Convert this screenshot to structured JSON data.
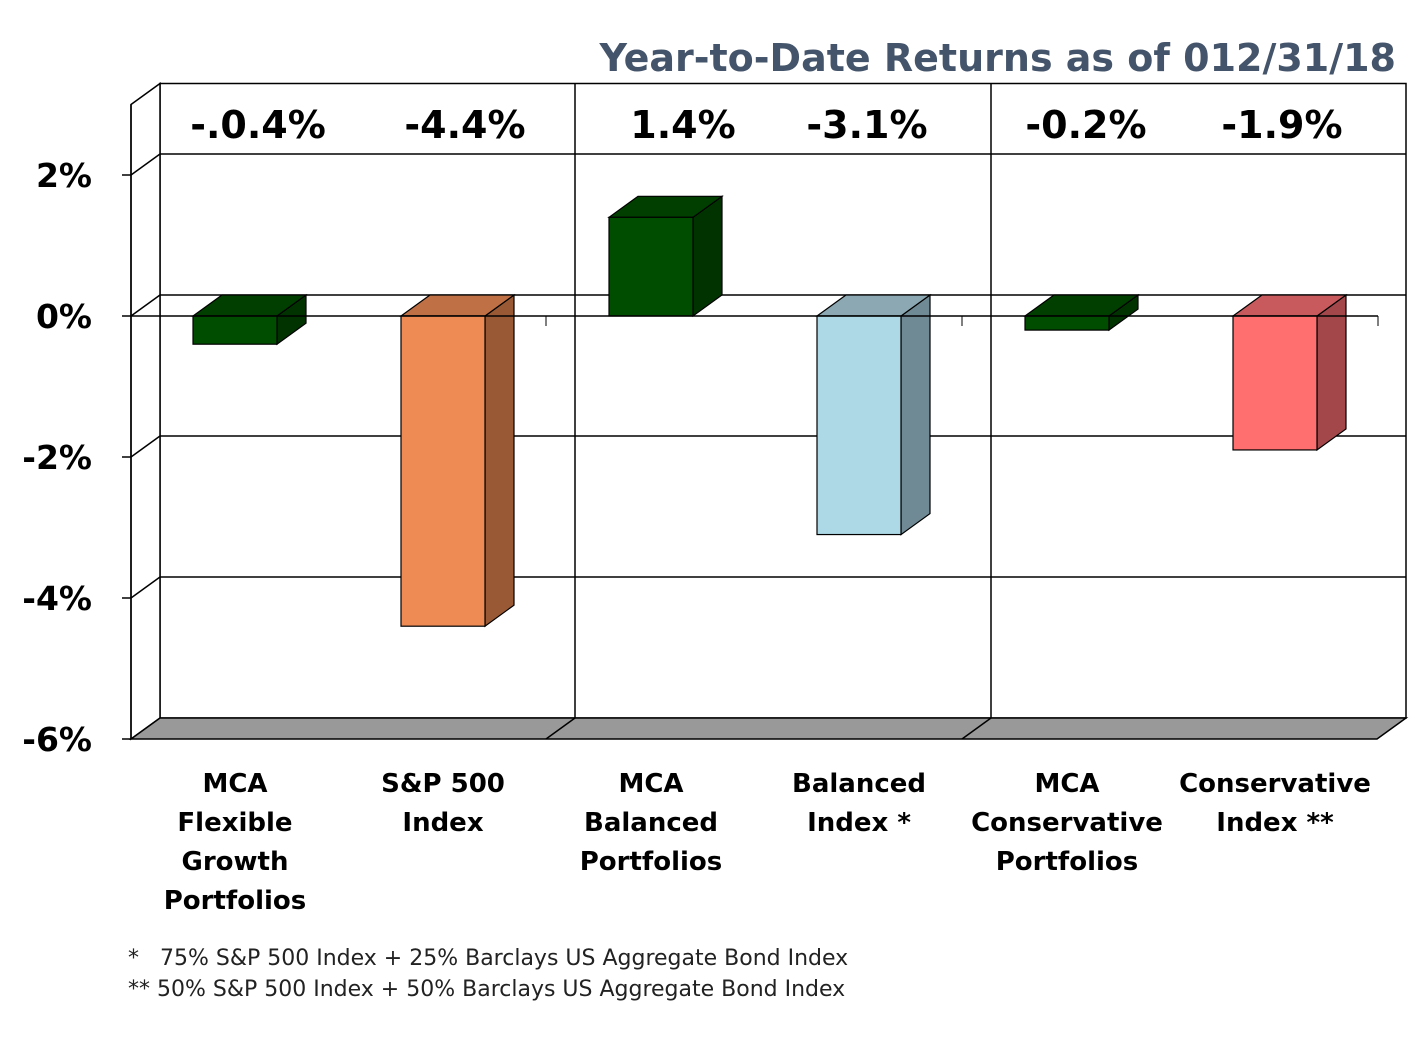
{
  "chart_data": {
    "type": "bar",
    "title": "Year-to-Date Returns as of 012/31/18",
    "xlabel": "",
    "ylabel": "",
    "ylim": [
      -6,
      3
    ],
    "yticks": [
      2,
      0,
      -2,
      -4,
      -6
    ],
    "ytick_labels": [
      "2%",
      "0%",
      "-2%",
      "-4%",
      "-6%"
    ],
    "grid": true,
    "three_d": true,
    "categories": [
      "MCA Flexible Growth Portfolios",
      "S&P 500 Index",
      "MCA Balanced Portfolios",
      "Balanced Index *",
      "MCA Conservative Portfolios",
      "Conservative Index **"
    ],
    "category_lines": [
      [
        "MCA",
        "Flexible",
        "Growth",
        "Portfolios"
      ],
      [
        "S&P 500",
        "Index"
      ],
      [
        "MCA",
        "Balanced",
        "Portfolios"
      ],
      [
        "Balanced",
        "Index *"
      ],
      [
        "MCA",
        "Conservative",
        "Portfolios"
      ],
      [
        "Conservative",
        "Index **"
      ]
    ],
    "values": [
      -0.4,
      -4.4,
      1.4,
      -3.1,
      -0.2,
      -1.9
    ],
    "value_labels": [
      "-.0.4%",
      "-4.4%",
      "1.4%",
      "-3.1%",
      "-0.2%",
      "-1.9%"
    ],
    "colors": [
      "#004d00",
      "#ee8b55",
      "#004d00",
      "#add8e6",
      "#004d00",
      "#ff6f6f"
    ],
    "side_colors": [
      "#003300",
      "#985934",
      "#003300",
      "#6f8a94",
      "#003300",
      "#a3474b"
    ],
    "top_colors": [
      "#003f00",
      "#c07045",
      "#003f00",
      "#8ca8b3",
      "#003f00",
      "#c85a5e"
    ],
    "floor_color": "#999999",
    "title_color": "#44546a"
  },
  "footnotes": [
    "*   75% S&P 500 Index + 25% Barclays US Aggregate Bond Index",
    "** 50% S&P 500 Index + 50% Barclays US Aggregate Bond Index"
  ]
}
